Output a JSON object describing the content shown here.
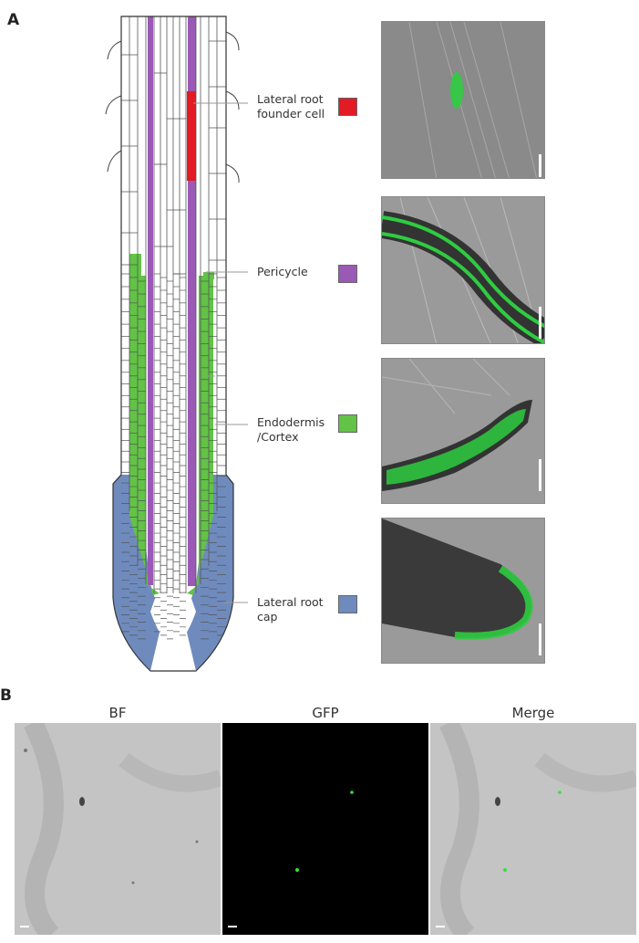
{
  "panels": {
    "a": "A",
    "b": "B"
  },
  "legend": [
    {
      "label": "Lateral root founder cell",
      "line1": "Lateral root",
      "line2": "founder cell",
      "color": "#e21b24"
    },
    {
      "label": "Pericycle",
      "line1": "Pericycle",
      "line2": "",
      "color": "#9b59b6"
    },
    {
      "label": "Endodermis /Cortex",
      "line1": "Endodermis",
      "line2": "/Cortex",
      "color": "#62c346"
    },
    {
      "label": "Lateral root cap",
      "line1": "Lateral root",
      "line2": "cap",
      "color": "#6f8bbd"
    }
  ],
  "panel_b": {
    "titles": [
      "BF",
      "GFP",
      "Merge"
    ]
  }
}
